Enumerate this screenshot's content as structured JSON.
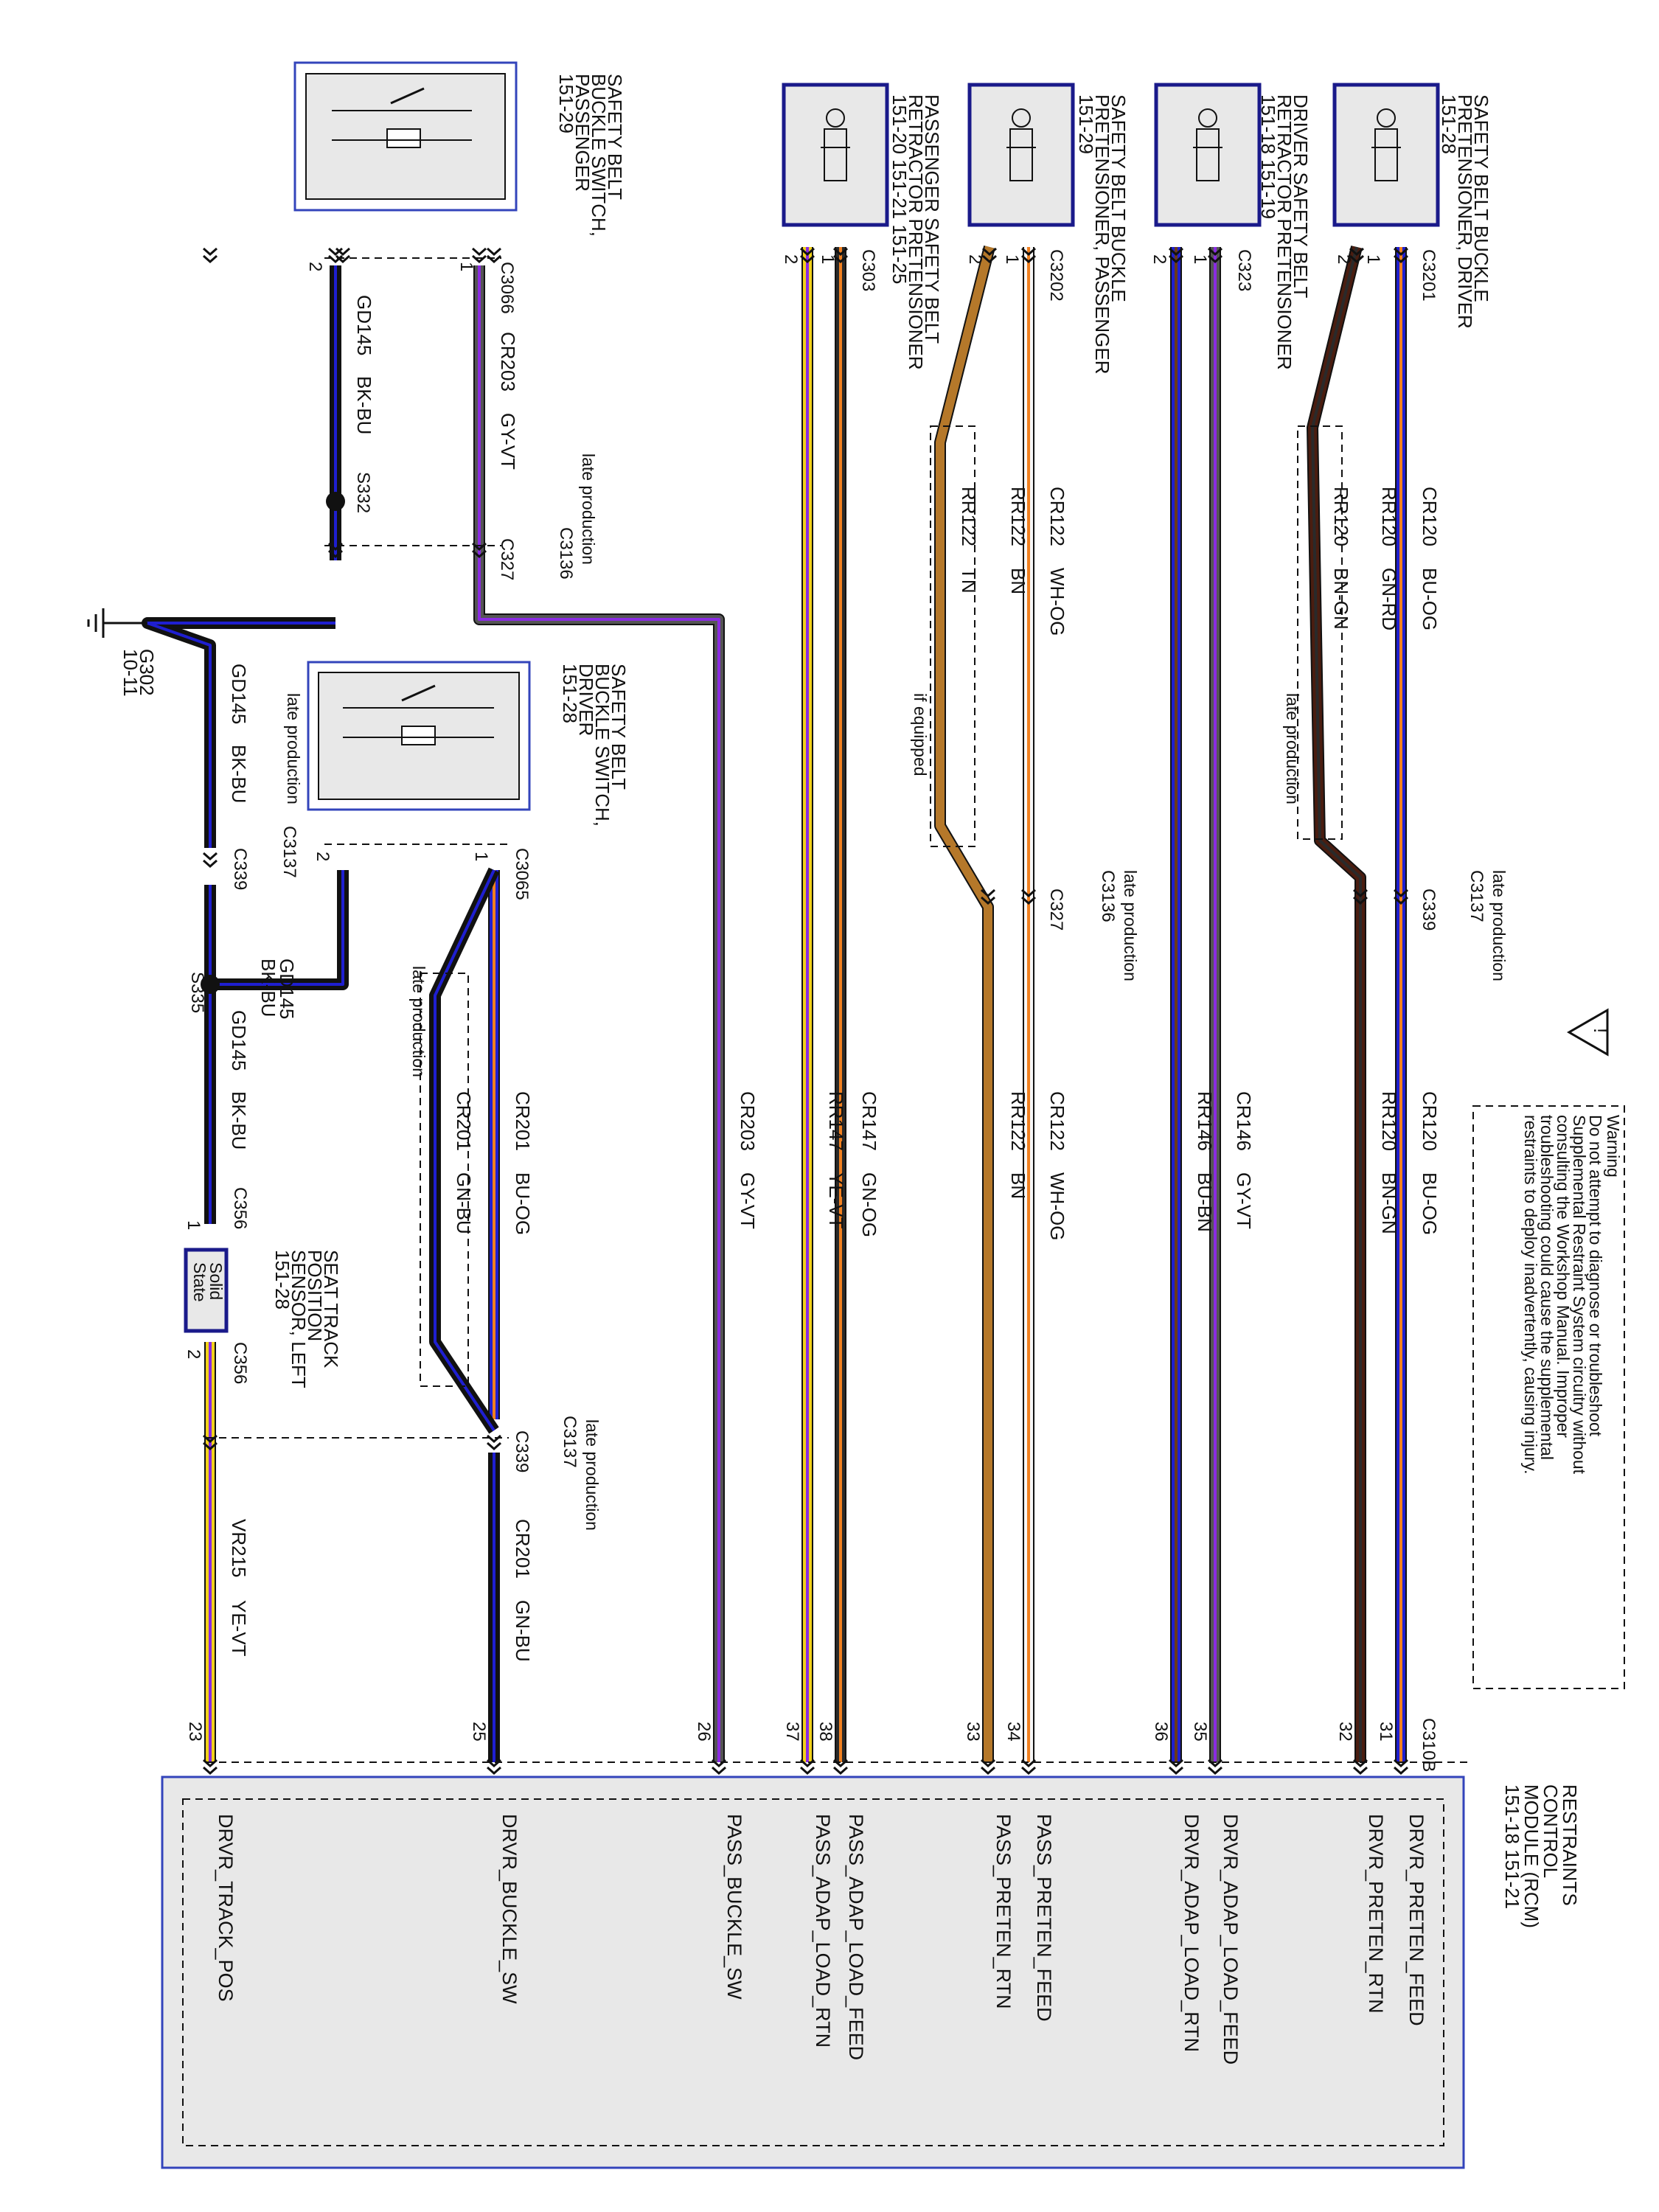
{
  "colors": {
    "BU-OG": [
      "#1f1fd0",
      "#f08020"
    ],
    "GN-RD": [
      "#2a2a2a",
      "#c01010"
    ],
    "BN-GN": [
      "#4a1d10",
      "#2a2a2a"
    ],
    "GY-VT": [
      "#555555",
      "#8a2be2"
    ],
    "BU-BN": [
      "#1f1fd0",
      "#6b3a1a"
    ],
    "WH-OG": [
      "#f7f7f7",
      "#f08020"
    ],
    "BN": [
      "#4a1d10",
      "#4a1d10"
    ],
    "TN": [
      "#b5782a",
      "#b5782a"
    ],
    "GN-OG": [
      "#2a2a2a",
      "#f08020"
    ],
    "YE-VT": [
      "#f2d21a",
      "#8a2be2"
    ],
    "BK-BU": [
      "#111111",
      "#1f1fd0"
    ],
    "GN-BU": [
      "#111111",
      "#1f1fd0"
    ],
    "rcm_border": "#3344bb",
    "component_fill": "#e8e8e8"
  },
  "warning": {
    "title": "Warning",
    "lines": [
      "Do not attempt to diagnose or troubleshoot",
      "Supplemental Restraint System circuitry without",
      "consulting the Workshop Manual. Improper",
      "troubleshooting could cause the supplemental",
      "restraints to deploy inadvertently, causing injury."
    ]
  },
  "components": {
    "pretensioner_driver": [
      "SAFETY BELT BUCKLE",
      "PRETENSIONER, DRIVER",
      "151-28"
    ],
    "retractor_driver": [
      "DRIVER SAFETY BELT",
      "RETRACTOR PRETENSIONER",
      "151-18   151-19"
    ],
    "pretensioner_passenger": [
      "SAFETY BELT BUCKLE",
      "PRETENSIONER, PASSENGER",
      "151-29"
    ],
    "retractor_passenger": [
      "PASSENGER SAFETY BELT",
      "RETRACTOR PRETENSIONER",
      "151-20   151-21   151-25"
    ],
    "buckle_switch_passenger": [
      "SAFETY BELT",
      "BUCKLE SWITCH,",
      "PASSENGER",
      "151-29"
    ],
    "buckle_switch_driver": [
      "SAFETY BELT",
      "BUCKLE SWITCH,",
      "DRIVER",
      "151-28"
    ],
    "seat_track_sensor": [
      "SEAT TRACK",
      "POSITION",
      "SENSOR, LEFT",
      "151-28"
    ],
    "seat_track_sensor_inner": [
      "Solid",
      "State"
    ],
    "rcm": [
      "RESTRAINTS",
      "CONTROL",
      "MODULE (RCM)",
      "151-18   151-21"
    ],
    "ground": [
      "G302",
      "10-11"
    ]
  },
  "connectors": {
    "c3201": "C3201",
    "c323": "C323",
    "c3202": "C3202",
    "c303": "C303",
    "c3066": "C3066",
    "c327": "C327",
    "c3136": "C3136",
    "c339": "C339",
    "c3137": "C3137",
    "c3065": "C3065",
    "c356": "C356",
    "c310b": "C310B",
    "s332": "S332",
    "s335": "S335"
  },
  "notes": {
    "late_production": "late production",
    "if_equipped": "if equipped"
  },
  "wires": {
    "cr120": [
      "CR120",
      "BU-OG"
    ],
    "rr120_upper": [
      "RR120",
      "GN-RD"
    ],
    "rr120_late": [
      "RR120",
      "BN-GN"
    ],
    "rr120_lower": [
      "RR120",
      "BN-GN"
    ],
    "cr146": [
      "CR146",
      "GY-VT"
    ],
    "rr146": [
      "RR146",
      "BU-BN"
    ],
    "cr122": [
      "CR122",
      "WH-OG"
    ],
    "rr122_upper": [
      "RR122",
      "BN"
    ],
    "rr122_late": [
      "RR122",
      "TN"
    ],
    "rr122_lower": [
      "RR122",
      "BN"
    ],
    "cr147": [
      "CR147",
      "GN-OG"
    ],
    "rr147": [
      "RR147",
      "YE-VT"
    ],
    "cr203_upper": [
      "CR203",
      "GY-VT"
    ],
    "cr203_lower": [
      "CR203",
      "GY-VT"
    ],
    "gd145_a": [
      "GD145",
      "BK-BU"
    ],
    "gd145_b": [
      "GD145",
      "BK-BU"
    ],
    "gd145_c": [
      "GD145",
      "BK-BU"
    ],
    "gd145_d": [
      "GD145",
      "BK-BU"
    ],
    "cr201_upper": [
      "CR201",
      "BU-OG"
    ],
    "cr201_late": [
      "CR201",
      "GN-BU"
    ],
    "cr201_lower": [
      "CR201",
      "GN-BU"
    ],
    "vr215": [
      "VR215",
      "YE-VT"
    ]
  },
  "rcm_pins": [
    {
      "pin": "31",
      "signal": "DRVR_PRETEN_FEED"
    },
    {
      "pin": "32",
      "signal": "DRVR_PRETEN_RTN"
    },
    {
      "pin": "35",
      "signal": "DRVR_ADAP_LOAD_FEED"
    },
    {
      "pin": "36",
      "signal": "DRVR_ADAP_LOAD_RTN"
    },
    {
      "pin": "34",
      "signal": "PASS_PRETEN_FEED"
    },
    {
      "pin": "33",
      "signal": "PASS_PRETEN_RTN"
    },
    {
      "pin": "38",
      "signal": "PASS_ADAP_LOAD_FEED"
    },
    {
      "pin": "37",
      "signal": "PASS_ADAP_LOAD_RTN"
    },
    {
      "pin": "26",
      "signal": "PASS_BUCKLE_SW"
    },
    {
      "pin": "25",
      "signal": "DRVR_BUCKLE_SW"
    },
    {
      "pin": "23",
      "signal": "DRVR_TRACK_POS"
    }
  ]
}
